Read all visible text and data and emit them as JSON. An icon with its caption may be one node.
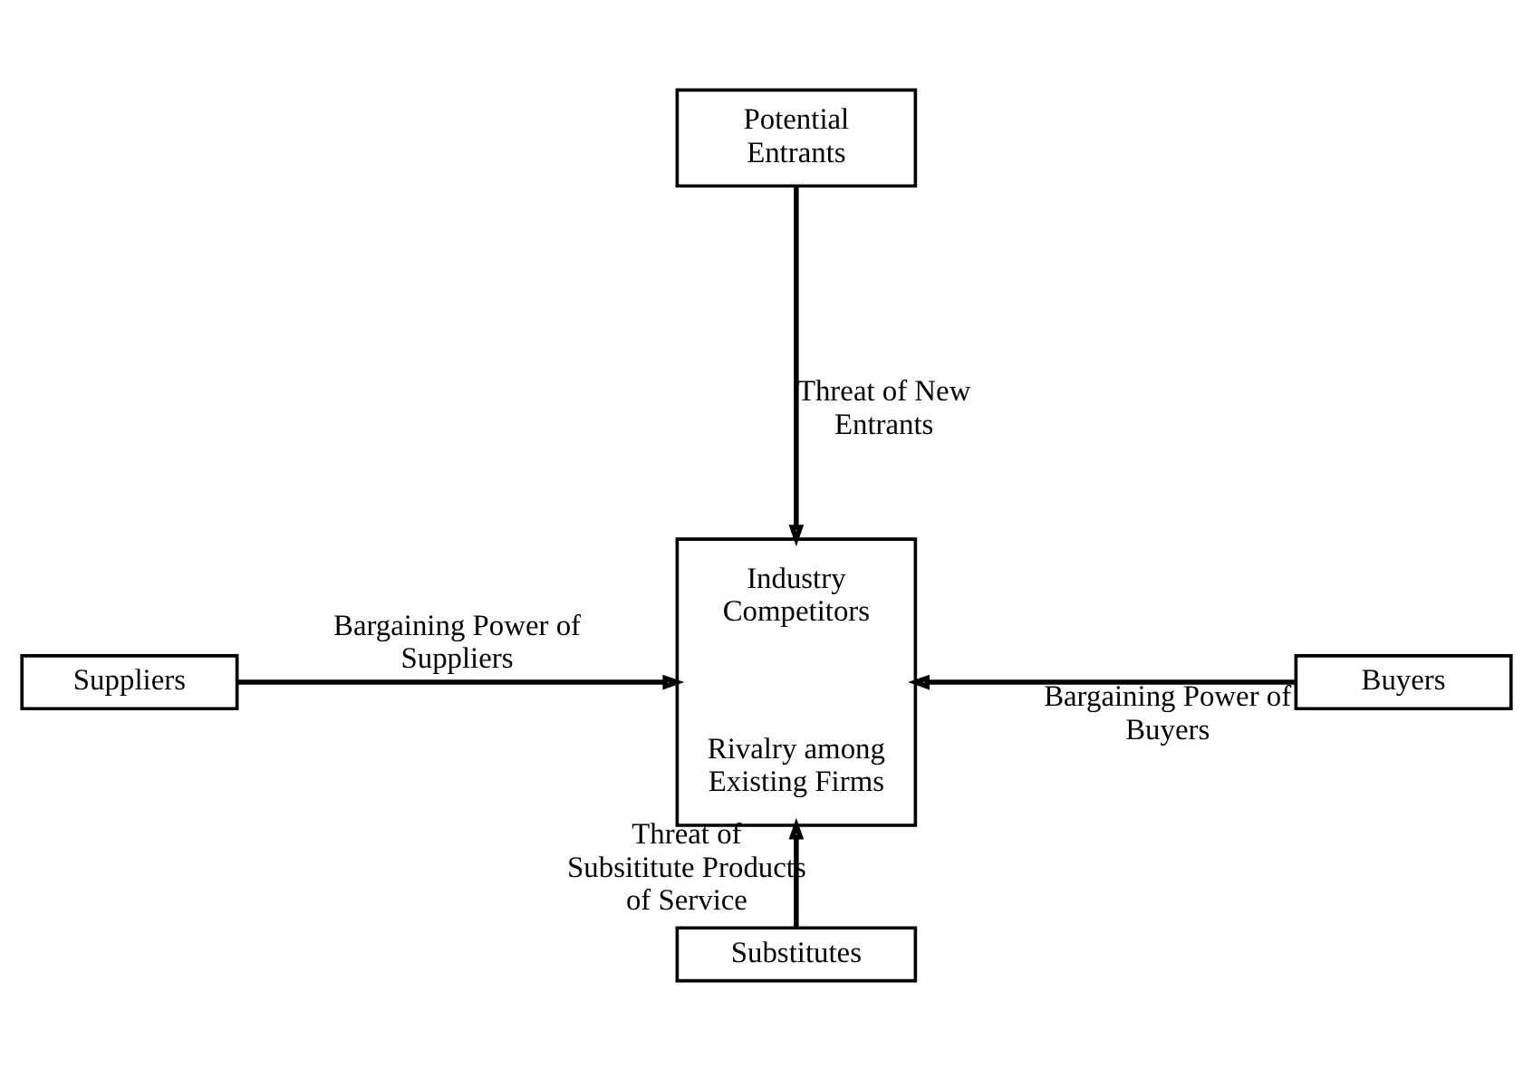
{
  "diagram": {
    "nodes": [
      {
        "text": [
          "Potential Entrants"
        ]
      },
      {
        "text": [
          "Suppliers"
        ]
      },
      {
        "text": [
          "Industry Competitors",
          "Rivalry among Existing Firms"
        ]
      },
      {
        "text": [
          "Buyers"
        ]
      },
      {
        "text": [
          "Substitutes"
        ]
      }
    ],
    "edges": [
      {
        "from": 0,
        "to": 2,
        "arrow": "to",
        "label": "Threat of New Entrants"
      },
      {
        "from": 1,
        "to": 2,
        "arrow": "to",
        "label": "Bargaining Power of Suppliers"
      },
      {
        "from": 3,
        "to": 2,
        "arrow": "to",
        "label": "Bargaining Power of Buyers"
      },
      {
        "from": 4,
        "to": 2,
        "arrow": "to",
        "label": "Threat of Subsititute Products of Service"
      }
    ]
  }
}
